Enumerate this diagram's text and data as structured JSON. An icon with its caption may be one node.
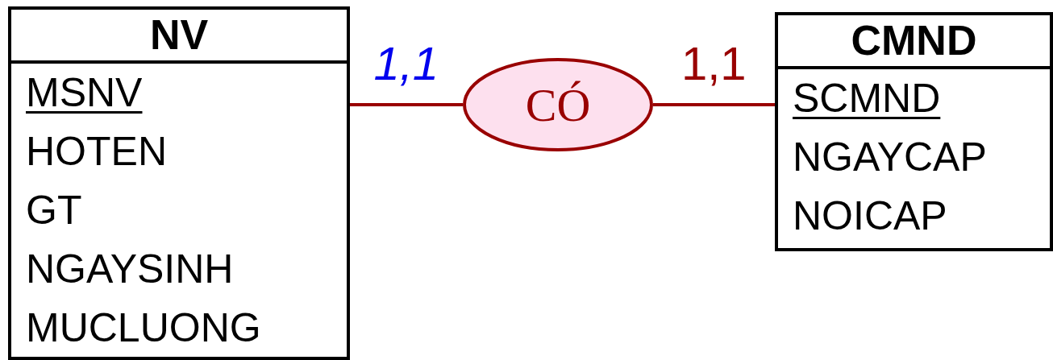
{
  "diagram": {
    "nodes": [
      {
        "text": [
          "NV",
          "MSNV",
          "HOTEN",
          "GT",
          "NGAYSINH",
          "MUCLUONG"
        ]
      },
      {
        "text": [
          "CÓ"
        ]
      },
      {
        "text": [
          "CMND",
          "SCMND",
          "NGAYCAP",
          "NOICAP"
        ]
      }
    ],
    "edges": [
      {
        "from": 0,
        "to": 1,
        "arrow": "none",
        "label": "1,1"
      },
      {
        "from": 1,
        "to": 2,
        "arrow": "none",
        "label": "1,1"
      }
    ]
  }
}
